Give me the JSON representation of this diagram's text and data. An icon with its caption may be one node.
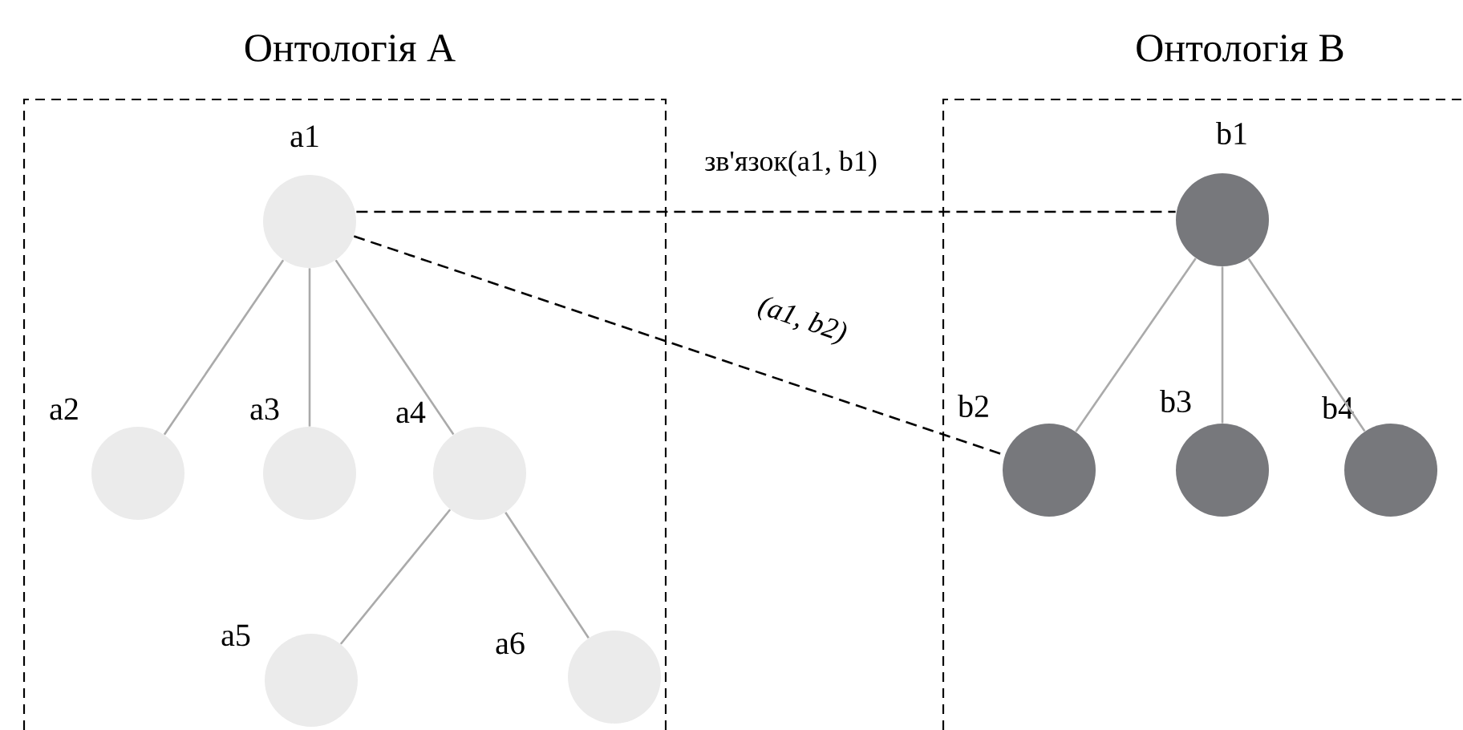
{
  "diagram": {
    "nodes": [
      {
        "text": [
          "Онтологія A"
        ]
      },
      {
        "text": [],
        "shape": "circle",
        "in": 0,
        "beside": [
          "a1"
        ]
      },
      {
        "text": [],
        "shape": "circle",
        "in": 0,
        "beside": [
          "a2"
        ]
      },
      {
        "text": [],
        "shape": "circle",
        "in": 0,
        "beside": [
          "a3"
        ]
      },
      {
        "text": [],
        "shape": "circle",
        "in": 0,
        "beside": [
          "a4"
        ]
      },
      {
        "text": [],
        "shape": "circle",
        "in": 0,
        "beside": [
          "a5"
        ]
      },
      {
        "text": [],
        "shape": "circle",
        "in": 0,
        "beside": [
          "a6"
        ]
      },
      {
        "text": [
          "Онтологія B"
        ]
      },
      {
        "text": [],
        "shape": "circle",
        "in": 7,
        "beside": [
          "b1"
        ]
      },
      {
        "text": [],
        "shape": "circle",
        "in": 7,
        "beside": [
          "b2"
        ]
      },
      {
        "text": [],
        "shape": "circle",
        "in": 7,
        "beside": [
          "b3"
        ]
      },
      {
        "text": [],
        "shape": "circle",
        "in": 7,
        "beside": [
          "b4"
        ]
      }
    ],
    "edges": [
      {
        "from": 1,
        "to": 2,
        "arrow": "none"
      },
      {
        "from": 1,
        "to": 3,
        "arrow": "none"
      },
      {
        "from": 1,
        "to": 4,
        "arrow": "none"
      },
      {
        "from": 4,
        "to": 5,
        "arrow": "none"
      },
      {
        "from": 4,
        "to": 6,
        "arrow": "none"
      },
      {
        "from": 8,
        "to": 9,
        "arrow": "none"
      },
      {
        "from": 8,
        "to": 10,
        "arrow": "none"
      },
      {
        "from": 8,
        "to": 11,
        "arrow": "none"
      },
      {
        "from": 1,
        "to": 8,
        "arrow": "none",
        "label": "зв'язок(a1, b1)",
        "style": "dashed",
        "color": "#000000"
      },
      {
        "from": 1,
        "to": 9,
        "arrow": "none",
        "label": "(a1, b2)",
        "style": "dashed",
        "color": "#000000"
      }
    ]
  }
}
